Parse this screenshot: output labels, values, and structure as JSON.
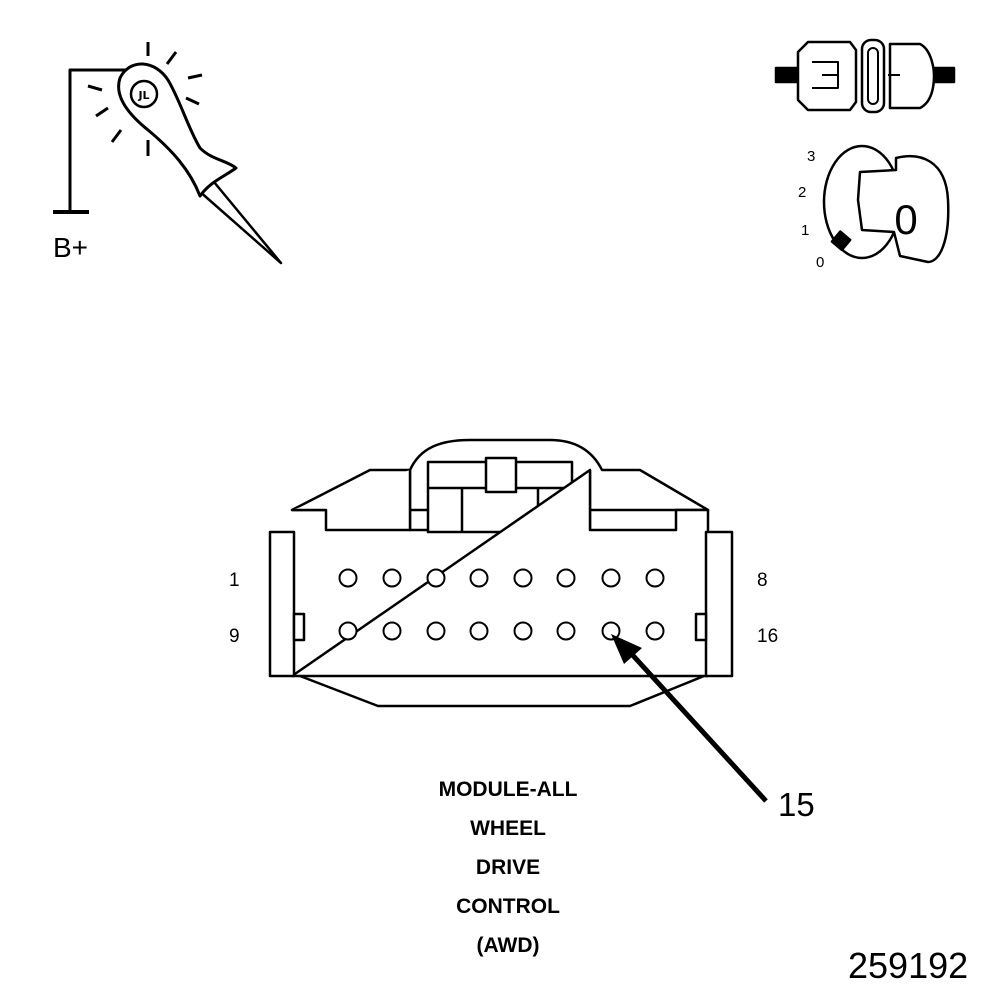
{
  "test_light": {
    "supply_label": "B+"
  },
  "ignition_switch": {
    "positions": [
      "3",
      "2",
      "1",
      "0"
    ],
    "key_label": "0"
  },
  "connector": {
    "row1_start": "1",
    "row1_end": "8",
    "row2_start": "9",
    "row2_end": "16",
    "callout_pin": "15",
    "title_lines": [
      "MODULE-ALL",
      "WHEEL",
      "DRIVE",
      "CONTROL",
      "(AWD)"
    ]
  },
  "figure_id": "259192"
}
